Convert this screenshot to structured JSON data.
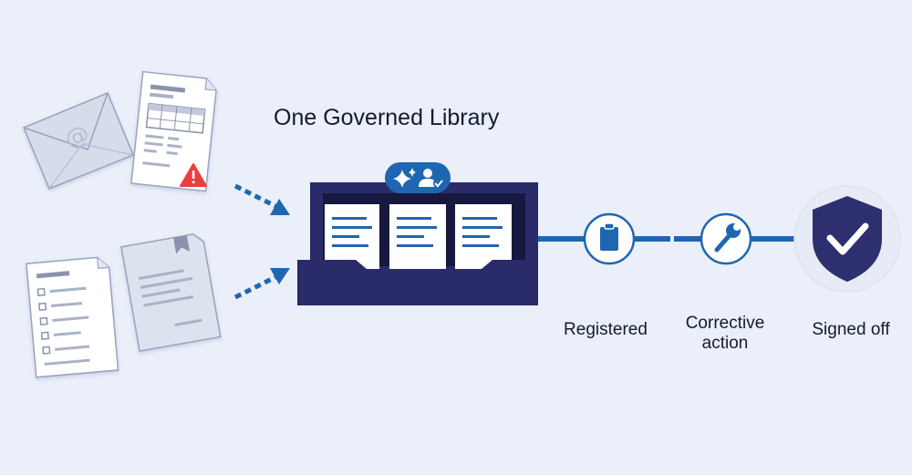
{
  "title": "One Governed Library",
  "steps": {
    "registered": "Registered",
    "corrective": "Corrective\naction",
    "signed_off": "Signed off"
  },
  "colors": {
    "background": "#eaeff9",
    "navy": "#2a2c69",
    "blue": "#1f66b2",
    "warning": "#e8403f",
    "shield": "#2e2f6e"
  },
  "icons": [
    "envelope-icon",
    "spreadsheet-icon",
    "warning-icon",
    "checklist-icon",
    "note-icon",
    "sparkle-icon",
    "user-check-icon",
    "clipboard-icon",
    "wrench-icon",
    "shield-check-icon"
  ]
}
